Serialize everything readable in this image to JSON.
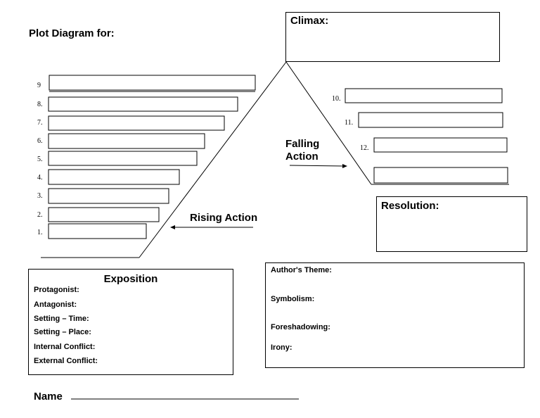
{
  "worksheet": {
    "title": "Plot Diagram for:",
    "climax_label": "Climax:",
    "resolution_label": "Resolution:",
    "rising_action_label": "Rising Action",
    "falling_action_line1": "Falling",
    "falling_action_line2": "Action",
    "name_label": "Name"
  },
  "rising_numbers": [
    "9",
    "8.",
    "7.",
    "6.",
    "5.",
    "4.",
    "3.",
    "2.",
    "1."
  ],
  "falling_numbers": [
    "10.",
    "11.",
    "12."
  ],
  "exposition": {
    "header": "Exposition",
    "fields": [
      "Protagonist:",
      "Antagonist:",
      "Setting – Time:",
      "Setting – Place:",
      "Internal Conflict:",
      "External Conflict:"
    ]
  },
  "theme_box": {
    "fields": [
      "Author's Theme:",
      "Symbolism:",
      "Foreshadowing:",
      "Irony:"
    ]
  }
}
